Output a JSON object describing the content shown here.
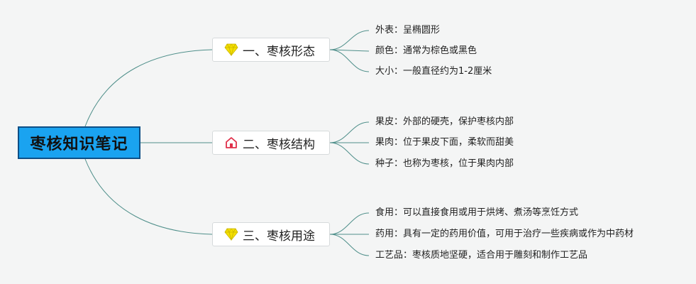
{
  "root": {
    "label": "枣核知识笔记"
  },
  "branches": [
    {
      "label": "一、枣核形态",
      "icon": "diamond-icon",
      "icon_color": "#f5e000",
      "items": [
        "外表：呈椭圆形",
        "颜色：通常为棕色或黑色",
        "大小：一般直径约为1-2厘米"
      ]
    },
    {
      "label": "二、枣核结构",
      "icon": "house-icon",
      "icon_color": "#e0304a",
      "items": [
        "果皮：外部的硬壳，保护枣核内部",
        "果肉：位于果皮下面，柔软而甜美",
        "种子：也称为枣核，位于果肉内部"
      ]
    },
    {
      "label": "三、枣核用途",
      "icon": "diamond-icon",
      "icon_color": "#f5e000",
      "items": [
        "食用：可以直接食用或用于烘烤、煮汤等烹饪方式",
        "药用：具有一定的药用价值，可用于治疗一些疾病或作为中药材",
        "工艺品：枣核质地坚硬，适合用于雕刻和制作工艺品"
      ]
    }
  ],
  "colors": {
    "background": "#f4f5f5",
    "root_fill": "#1aa3f0",
    "root_border": "#0d4f86",
    "connector": "#4f8f8a"
  }
}
